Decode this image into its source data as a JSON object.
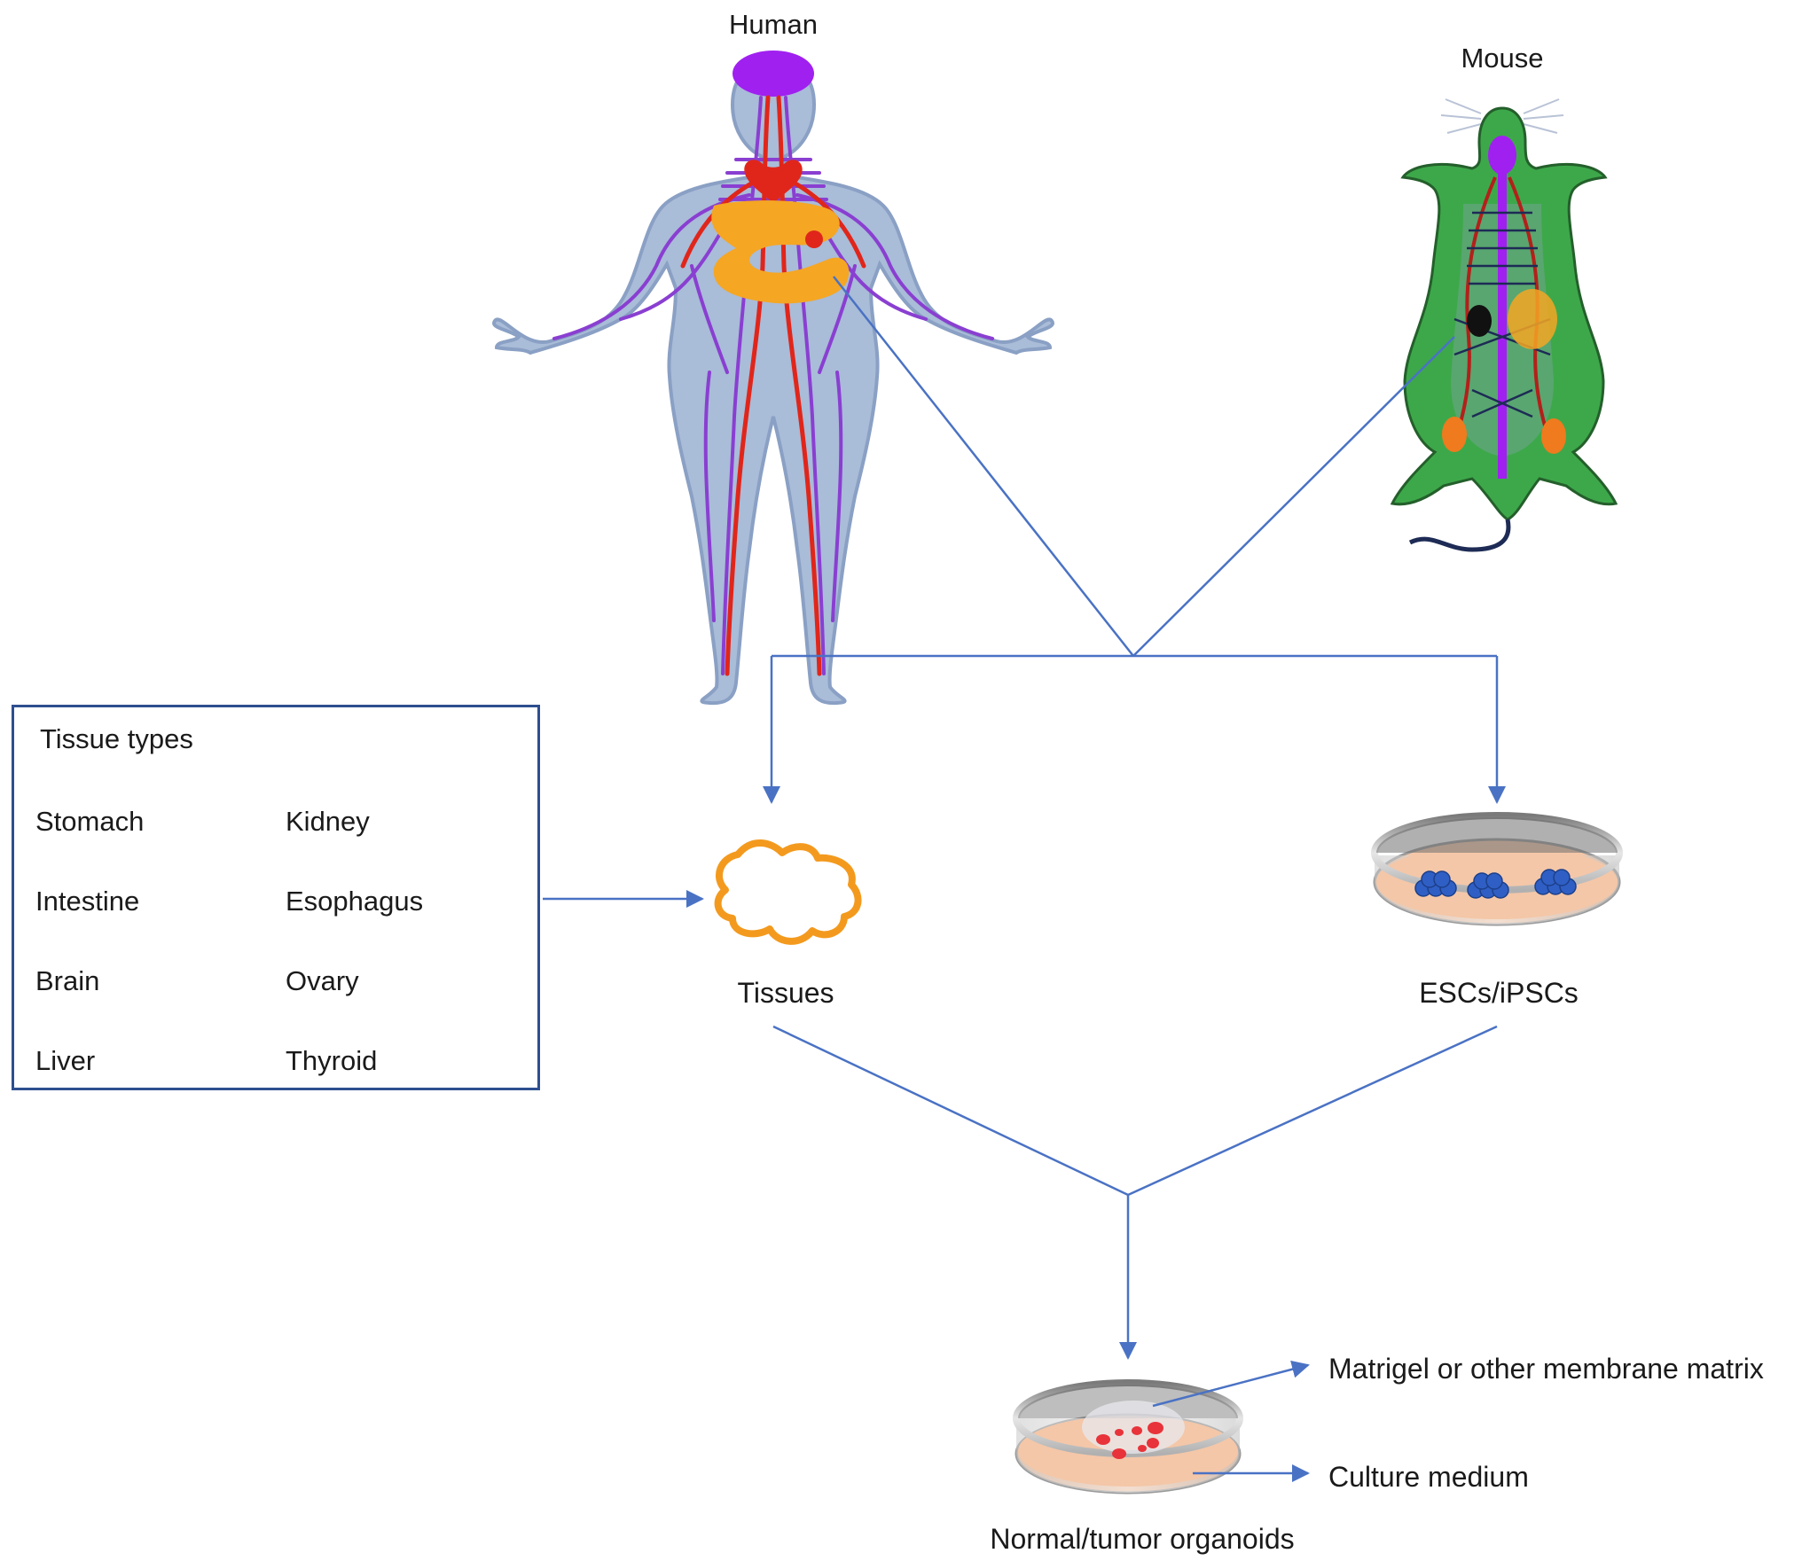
{
  "sources": {
    "human_label": "Human",
    "mouse_label": "Mouse"
  },
  "tissue_box": {
    "title": "Tissue types",
    "left_column": [
      "Stomach",
      "Intestine",
      "Brain",
      "Liver"
    ],
    "right_column": [
      "Kidney",
      "Esophagus",
      "Ovary",
      "Thyroid"
    ]
  },
  "intermediates": {
    "tissues_label": "Tissues",
    "stem_cells_label": "ESCs/iPSCs"
  },
  "output": {
    "organoids_label": "Normal/tumor organoids",
    "matrix_label": "Matrigel or other membrane matrix",
    "medium_label": "Culture medium"
  },
  "colors": {
    "connector": "#4a72c4",
    "box_border": "#2e4f8f",
    "body_fill": "#a9bcd8",
    "vein": "#8a3fd1",
    "artery": "#e0261b",
    "organ": "#f5a623",
    "brain": "#a020f0",
    "mouse_fill": "#3da84a",
    "tissue_outline": "#f39a1e",
    "medium": "#f4c7a8",
    "cell_cluster": "#2f5fc4",
    "organoid": "#e8333a"
  }
}
